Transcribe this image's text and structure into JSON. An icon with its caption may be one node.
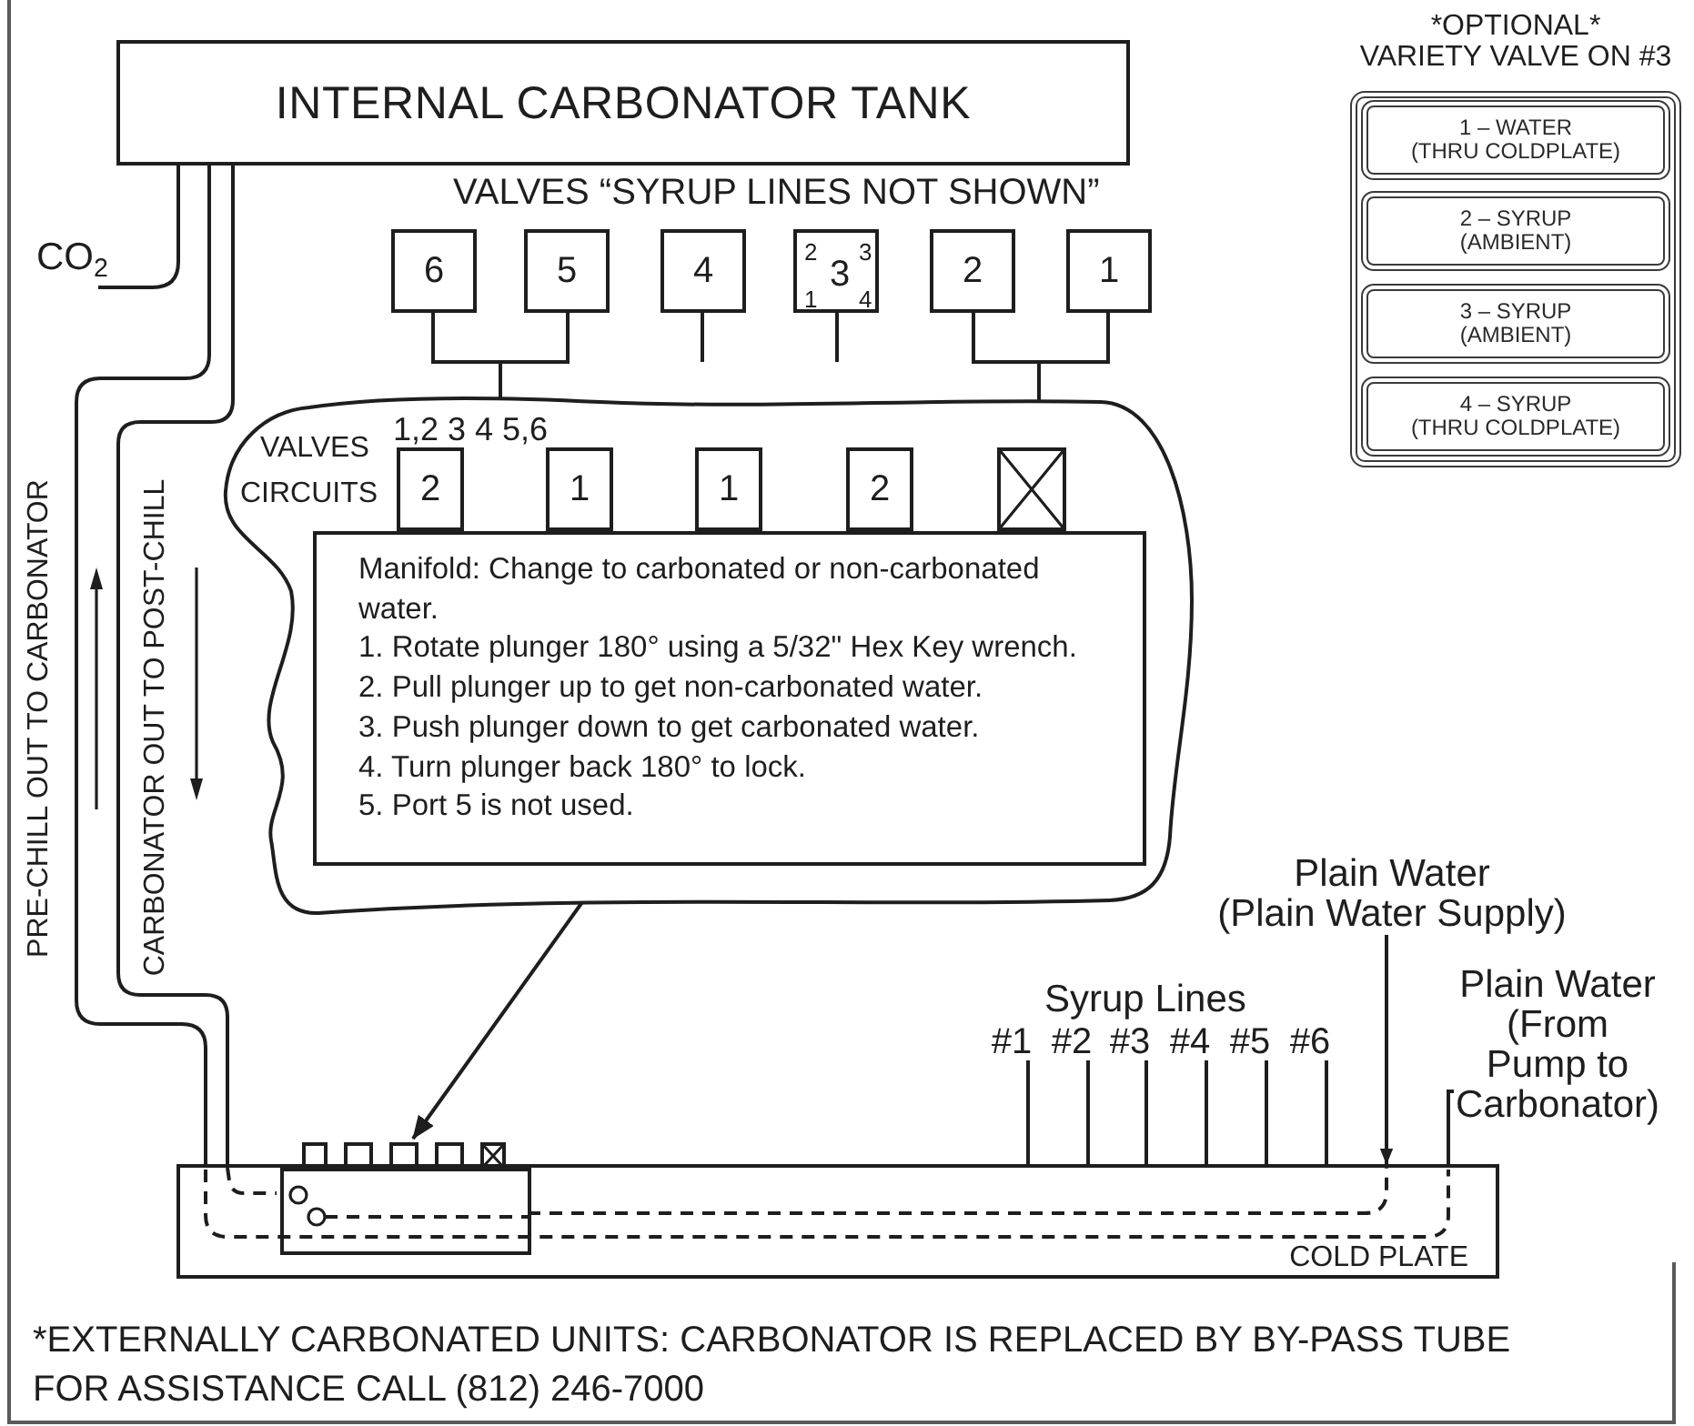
{
  "diagram": {
    "nodes": [
      {
        "text": [
          "INTERNAL CARBONATOR TANK"
        ]
      },
      {
        "text": [
          "*OPTIONAL*",
          "VARIETY VALVE ON #3"
        ]
      },
      {
        "text": [
          "1 – WATER",
          "(THRU COLDPLATE)"
        ],
        "in": 1
      },
      {
        "text": [
          "2 – SYRUP",
          "(AMBIENT)"
        ],
        "in": 1
      },
      {
        "text": [
          "3 – SYRUP",
          "(AMBIENT)"
        ],
        "in": 1
      },
      {
        "text": [
          "4 – SYRUP",
          "(THRU COLDPLATE)"
        ],
        "in": 1
      },
      {
        "text": [
          "CO$_{2}$"
        ]
      },
      {
        "text": [
          "6"
        ]
      },
      {
        "text": [
          "5"
        ]
      },
      {
        "text": [
          "4"
        ]
      },
      {
        "text": [
          "2",
          "3",
          "3",
          "1",
          "4"
        ]
      },
      {
        "text": [
          "2"
        ]
      },
      {
        "text": [
          "1"
        ]
      },
      {
        "text": [
          "1,2 3 4 5,6",
          "VALVES",
          "CIRCUITS"
        ]
      },
      {
        "text": [
          "2"
        ],
        "in": 13
      },
      {
        "text": [
          "1"
        ],
        "in": 13
      },
      {
        "text": [
          "1"
        ],
        "in": 13
      },
      {
        "text": [
          "2"
        ],
        "in": 13
      },
      {
        "text": [],
        "shape": "box",
        "in": 13
      },
      {
        "text": [
          "Manifold: Change to carbonated or non-carbonated water.",
          "1. Rotate plunger 180° using a 5/32\" Hex Key wrench.",
          "2. Pull plunger up to get non-carbonated water.",
          "3. Push plunger down to get carbonated water.",
          "4. Turn plunger back 180° to lock.",
          "5. Port 5 is not used."
        ],
        "in": 13
      },
      {
        "text": [
          "Plain Water",
          "(Plain Water Supply)"
        ]
      },
      {
        "text": [
          "Plain Water",
          "(From Pump to Carbonator)"
        ]
      },
      {
        "text": [
          "#1"
        ]
      },
      {
        "text": [
          "#2"
        ]
      },
      {
        "text": [
          "#3"
        ]
      },
      {
        "text": [
          "#4"
        ]
      },
      {
        "text": [
          "#5"
        ]
      },
      {
        "text": [
          "#6"
        ]
      },
      {
        "text": [
          "COLD PLATE"
        ]
      },
      {
        "text": [],
        "shape": "box",
        "in": 28
      }
    ],
    "edges": [
      {
        "from": 6,
        "to": 0,
        "arrow": "none"
      },
      {
        "from": 0,
        "to": 28,
        "arrow": "none",
        "label": "PRE-CHILL OUT TO CARBONATOR"
      },
      {
        "from": 0,
        "to": 28,
        "arrow": "none",
        "label": "CARBONATOR OUT TO POST-CHILL"
      },
      {
        "from": 7,
        "to": 13,
        "arrow": "none"
      },
      {
        "from": 8,
        "to": 13,
        "arrow": "none"
      },
      {
        "from": 9,
        "to": null,
        "arrow": "none"
      },
      {
        "from": 10,
        "to": null,
        "arrow": "none"
      },
      {
        "from": 11,
        "to": 13,
        "arrow": "none"
      },
      {
        "from": 12,
        "to": 13,
        "arrow": "none"
      },
      {
        "from": 13,
        "to": 29,
        "arrow": "to"
      },
      {
        "from": 20,
        "to": 28,
        "arrow": "to"
      },
      {
        "from": 21,
        "to": 28,
        "arrow": "none"
      },
      {
        "from": 22,
        "to": 28,
        "arrow": "none"
      },
      {
        "from": 23,
        "to": 28,
        "arrow": "none"
      },
      {
        "from": 24,
        "to": 28,
        "arrow": "none"
      },
      {
        "from": 25,
        "to": 28,
        "arrow": "none"
      },
      {
        "from": 26,
        "to": 28,
        "arrow": "none"
      },
      {
        "from": 27,
        "to": 28,
        "arrow": "none"
      },
      {
        "from": 28,
        "to": 29,
        "arrow": "none",
        "style": "dashed"
      },
      {
        "from": 29,
        "to": 28,
        "arrow": "none",
        "style": "dashed"
      }
    ],
    "labels": [
      "VALVES “SYRUP LINES NOT SHOWN”",
      "Syrup Lines",
      "*EXTERNALLY CARBONATED UNITS: CARBONATOR IS REPLACED BY BY-PASS TUBE",
      "FOR ASSISTANCE CALL (812) 246-7000"
    ]
  }
}
